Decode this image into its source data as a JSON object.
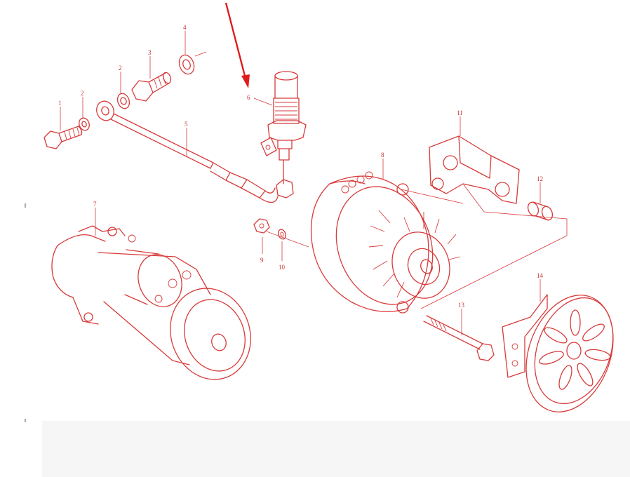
{
  "diagram": {
    "style": {
      "line_color": "#d83a3a",
      "arrow_color": "#e11b1b",
      "background": "#ffffff"
    },
    "part_numbers": [
      "1",
      "2",
      "2",
      "3",
      "4",
      "5",
      "6",
      "7",
      "8",
      "9",
      "10",
      "11",
      "12",
      "13",
      "14"
    ],
    "highlight_arrow": {
      "points_to_part": "6"
    }
  }
}
